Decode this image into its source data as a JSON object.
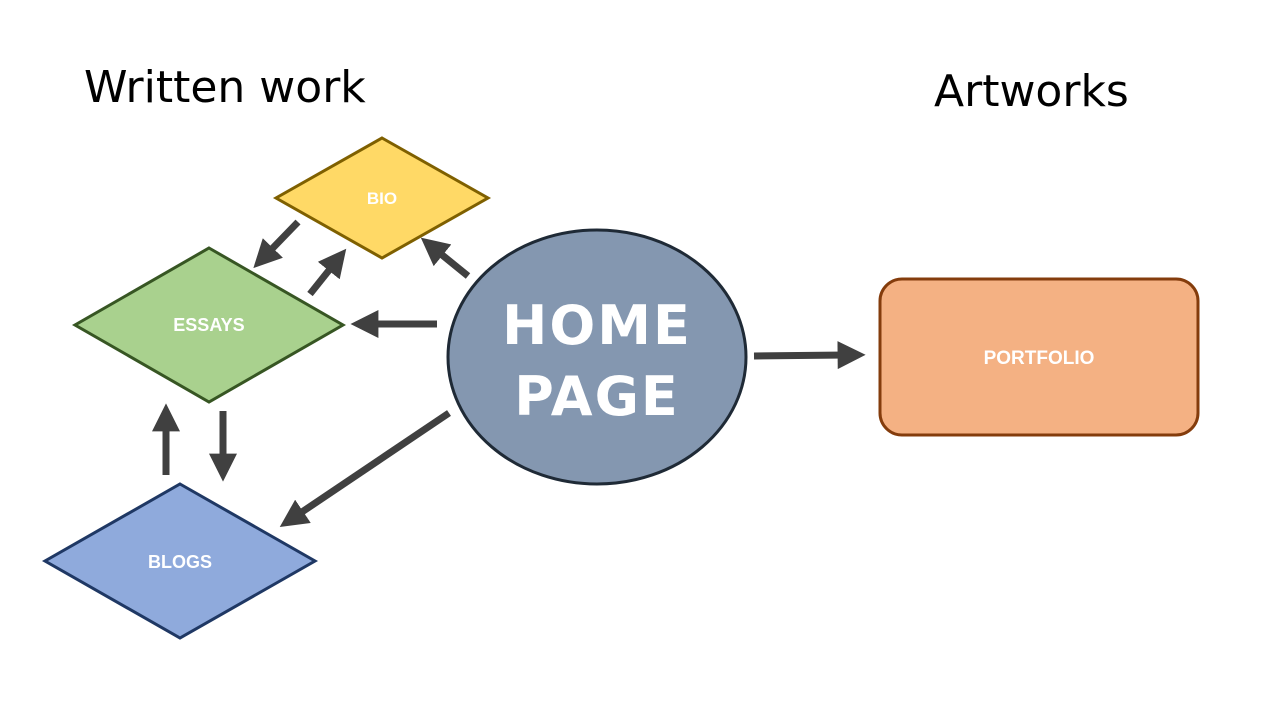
{
  "headings": {
    "written": "Written work",
    "artworks": "Artworks"
  },
  "nodes": {
    "home": {
      "line1": "HOME",
      "line2": "PAGE",
      "fill": "#8497B0",
      "stroke": "#1F2A36"
    },
    "bio": {
      "label": "BIO",
      "fill": "#FFD966",
      "stroke": "#7F6000"
    },
    "essays": {
      "label": "ESSAYS",
      "fill": "#A9D18E",
      "stroke": "#375623"
    },
    "blogs": {
      "label": "BLOGS",
      "fill": "#8FAADC",
      "stroke": "#1F3864"
    },
    "portfolio": {
      "label": "PORTFOLIO",
      "fill": "#F4B183",
      "stroke": "#843C0C"
    }
  },
  "connections": [
    {
      "from": "home",
      "to": "bio"
    },
    {
      "from": "home",
      "to": "essays"
    },
    {
      "from": "home",
      "to": "blogs"
    },
    {
      "from": "home",
      "to": "portfolio"
    },
    {
      "from": "bio",
      "to": "essays"
    },
    {
      "from": "essays",
      "to": "bio"
    },
    {
      "from": "essays",
      "to": "blogs"
    },
    {
      "from": "blogs",
      "to": "essays"
    }
  ],
  "colors": {
    "arrow": "#404040",
    "background": "#FFFFFF"
  }
}
